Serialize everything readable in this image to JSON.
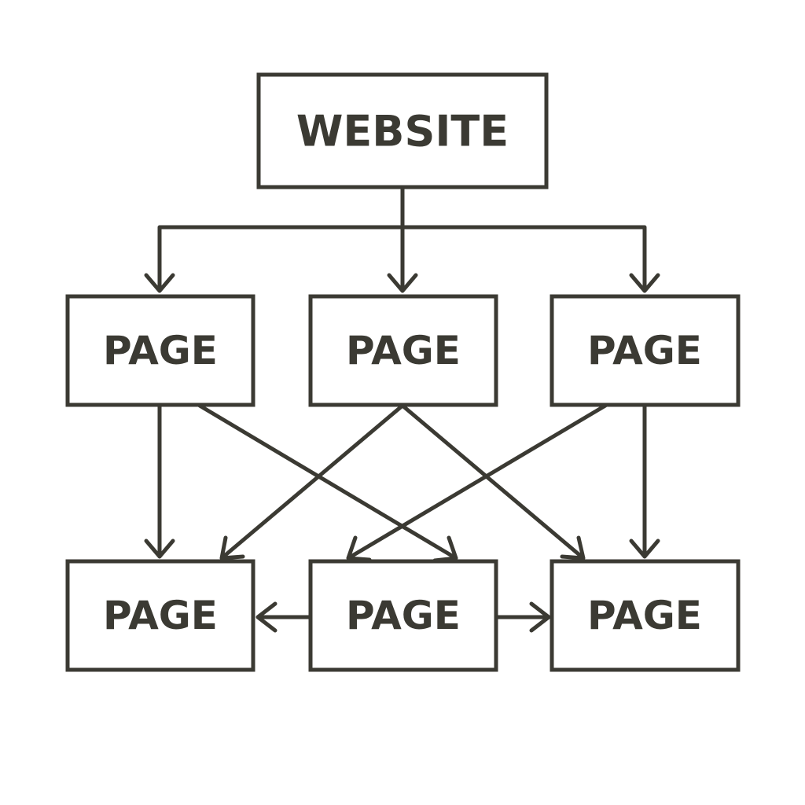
{
  "colors": {
    "stroke": "#3b3a33",
    "background": "#ffffff"
  },
  "nodes": {
    "root": {
      "label": "WEBSITE"
    },
    "page_top_left": {
      "label": "PAGE"
    },
    "page_top_center": {
      "label": "PAGE"
    },
    "page_top_right": {
      "label": "PAGE"
    },
    "page_bottom_left": {
      "label": "PAGE"
    },
    "page_bottom_center": {
      "label": "PAGE"
    },
    "page_bottom_right": {
      "label": "PAGE"
    }
  },
  "edges": [
    {
      "from": "root",
      "to": "page_top_left"
    },
    {
      "from": "root",
      "to": "page_top_center"
    },
    {
      "from": "root",
      "to": "page_top_right"
    },
    {
      "from": "page_top_left",
      "to": "page_bottom_left"
    },
    {
      "from": "page_top_left",
      "to": "page_bottom_center"
    },
    {
      "from": "page_top_center",
      "to": "page_bottom_left"
    },
    {
      "from": "page_top_center",
      "to": "page_bottom_right"
    },
    {
      "from": "page_top_right",
      "to": "page_bottom_center"
    },
    {
      "from": "page_top_right",
      "to": "page_bottom_right"
    },
    {
      "from": "page_bottom_center",
      "to": "page_bottom_left"
    },
    {
      "from": "page_bottom_center",
      "to": "page_bottom_right"
    }
  ]
}
